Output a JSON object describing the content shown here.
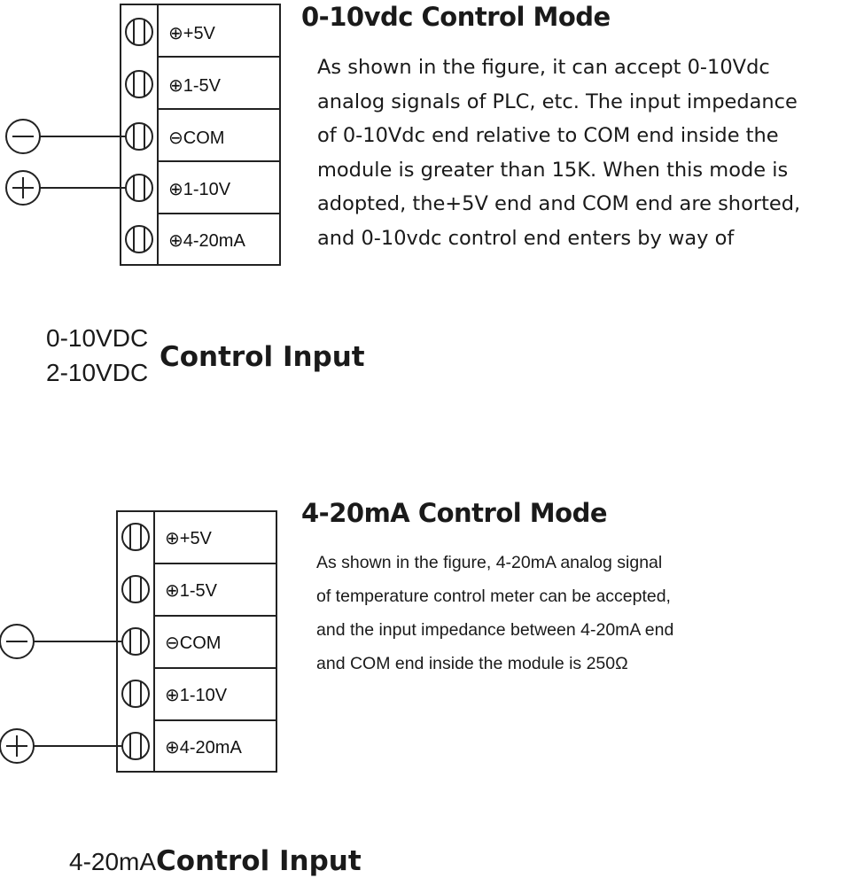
{
  "mode_0_10": {
    "title": "0-10vdc Control Mode",
    "description_lines": [
      "As shown in the figure, it can accept 0-10Vdc",
      "analog signals of PLC, etc. The input impedance",
      "of 0-10Vdc end relative to COM end inside the",
      "module is greater than 15K. When this mode is",
      "adopted, the+5V end and COM end are shorted,",
      "and 0-10vdc control end enters by way of"
    ],
    "terminals": [
      "⊕+5V",
      "⊕1-5V",
      "⊖COM",
      "⊕1-10V",
      "⊕4-20mA"
    ],
    "negative_symbol": "⊖",
    "positive_symbol": "⊕",
    "caption_options": [
      "0-10VDC",
      "2-10VDC"
    ],
    "caption_main": "Control Input"
  },
  "mode_4_20": {
    "title": "4-20mA Control Mode",
    "description_lines": [
      "As shown in the figure, 4-20mA analog signal",
      "of temperature control meter can be accepted,",
      "and the input impedance between 4-20mA end",
      "and COM end inside the module is 250Ω"
    ],
    "terminals": [
      "⊕+5V",
      "⊕1-5V",
      "⊖COM",
      "⊕1-10V",
      "⊕4-20mA"
    ],
    "negative_symbol": "⊖",
    "positive_symbol": "⊕",
    "caption_prefix": "4-20mA",
    "caption_main": "Control Input"
  }
}
